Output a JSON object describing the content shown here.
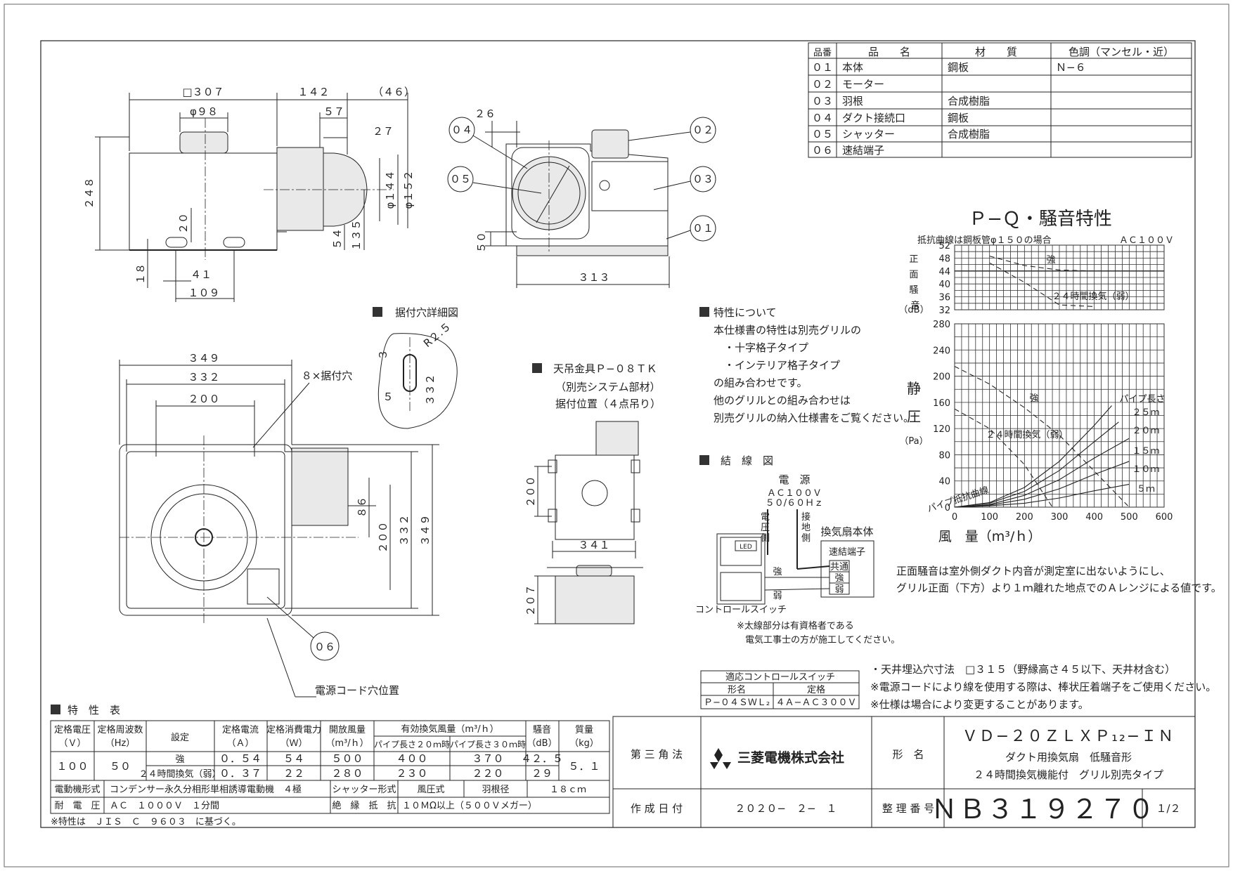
{
  "parts_table": {
    "headers": [
      "品番",
      "品　　名",
      "材　　質",
      "色調（マンセル・近）"
    ],
    "rows": [
      [
        "０１",
        "本体",
        "鋼板",
        "Ｎ−６"
      ],
      [
        "０２",
        "モーター",
        "",
        ""
      ],
      [
        "０３",
        "羽根",
        "合成樹脂",
        ""
      ],
      [
        "０４",
        "ダクト接続口",
        "鋼板",
        ""
      ],
      [
        "０５",
        "シャッター",
        "合成樹脂",
        ""
      ],
      [
        "０６",
        "速結端子",
        "",
        ""
      ]
    ]
  },
  "side_view": {
    "dims": {
      "d307": "□３０７",
      "d142": "１４２",
      "d46": "（４６）",
      "d98": "φ９８",
      "d57": "５７",
      "d27": "２７",
      "d248": "２４８",
      "d144": "φ１４４",
      "d152": "φ１５２",
      "d20": "２０",
      "d135": "１３５",
      "d54": "５４",
      "d18": "１８",
      "d41": "４１",
      "d109": "１０９"
    }
  },
  "front_view": {
    "dims": {
      "d26": "２６",
      "d50": "５０",
      "d313": "３１３"
    },
    "callouts": [
      "０４",
      "０５",
      "０２",
      "０３",
      "０１"
    ]
  },
  "bottom_view": {
    "dims": {
      "d349t": "３４９",
      "d332t": "３３２",
      "d200t": "２００",
      "d86": "８６",
      "d200r": "２００",
      "d332r": "３３２",
      "d349r": "３４９"
    },
    "hole_label": "８×据付穴",
    "callout": "０６",
    "cord_label": "電源コード穴位置"
  },
  "mount_detail": {
    "title": "据付穴詳細図",
    "dims": {
      "r25": "R２.５",
      "d3": "３",
      "d5": "５",
      "d332": "３３２"
    }
  },
  "hanger": {
    "title": "天吊金具Ｐ−０８ＴＫ",
    "sub1": "（別売システム部材）",
    "sub2": "据付位置（４点吊り）",
    "dims": {
      "d200": "２００",
      "d341": "３４１",
      "d207": "２０７"
    }
  },
  "characteristics_note": {
    "title": "特性について",
    "lines": [
      "本仕様書の特性は別売グリルの",
      "・十字格子タイプ",
      "・インテリア格子タイプ",
      "の組み合わせです。",
      "他のグリルとの組み合わせは",
      "別売グリルの納入仕様書をご覧ください。"
    ]
  },
  "wiring": {
    "title": "結　線　図",
    "power": "電　源",
    "ac": "ＡＣ１００Ｖ",
    "hz": "５０/６０Ｈｚ",
    "pressure_side": "電圧側",
    "ground_side": "接地側",
    "unit": "換気扇本体",
    "terminal": "速結端子",
    "common": "共通",
    "strong_t": "強",
    "weak_t": "弱",
    "strong": "強",
    "weak": "弱",
    "led": "LED",
    "switch": "コントロールスイッチ",
    "note1": "※太線部分は有資格者である",
    "note2": "電気工事士の方が施工してください。"
  },
  "control_switch": {
    "title": "適応コントロールスイッチ",
    "col1": "形名",
    "col2": "定格",
    "model": "Ｐ−０４ＳＷＬ₂",
    "rating": "４Ａ−ＡＣ３００Ｖ"
  },
  "notes": [
    "・天井埋込穴寸法　□３１５（野縁高さ４５以下、天井材含む）",
    "※電源コードにより線を使用する際は、棒状圧着端子をご使用ください。",
    "※仕様は場合により変更することがあります。"
  ],
  "pq_chart": {
    "title": "Ｐ−Ｑ・騒音特性",
    "noise_ylabel": [
      "正",
      "面",
      "騒",
      "音"
    ],
    "noise_unit": "（dB）",
    "pressure_ylabel": [
      "静",
      "圧"
    ],
    "pressure_unit": "（Pa）",
    "xlabel": "風　量（m³/ｈ）",
    "resistance_note": "抵抗曲線は鋼板管φ１５０の場合",
    "ac": "ＡＣ１００Ｖ",
    "label_strong_noise": "強",
    "label_weak_noise": "２４時間換気（弱）",
    "label_strong_p": "強",
    "label_weak_p": "２４時間換気（弱）",
    "label_pipe_curve": "パイプ抵抗曲線",
    "label_pipe_len": "パイプ長さ",
    "pipe_lengths": [
      "２５ｍ",
      "２０ｍ",
      "１５ｍ",
      "１０ｍ",
      "５ｍ"
    ],
    "remark1": "正面騒音は室外側ダクト内音が測定室に出ないようにし、",
    "remark2": "グリル正面（下方）より１ｍ離れた地点でのＡレンジによる値です。"
  },
  "chart_data": {
    "type": "line",
    "title": "Ｐ−Ｑ・騒音特性",
    "xlabel": "風　量（m³/ｈ）",
    "x_ticks": [
      "0",
      "100",
      "200",
      "300",
      "400",
      "500",
      "600"
    ],
    "xlim": [
      0,
      600
    ],
    "noise": {
      "ylim": [
        32,
        52
      ],
      "y_ticks": [
        "52",
        "48",
        "44",
        "40",
        "36",
        "32"
      ],
      "series": [
        {
          "name": "強",
          "x": [
            100,
            200,
            300,
            400,
            500
          ],
          "y": [
            48.6,
            45.7,
            44.3,
            44.0,
            44.0
          ]
        },
        {
          "name": "２４時間換気（弱）",
          "x": [
            100,
            200,
            300,
            400
          ],
          "y": [
            46.5,
            40.5,
            33.5,
            33
          ]
        }
      ]
    },
    "pressure": {
      "ylim": [
        0,
        280
      ],
      "y_ticks": [
        "280",
        "240",
        "200",
        "160",
        "120",
        "80",
        "40",
        "0"
      ],
      "series": [
        {
          "name": "強",
          "x": [
            0,
            100,
            200,
            300,
            400,
            500
          ],
          "y": [
            215,
            188,
            152,
            110,
            55,
            0
          ]
        },
        {
          "name": "２４時間換気（弱）",
          "x": [
            0,
            100,
            200,
            280
          ],
          "y": [
            150,
            120,
            65,
            0
          ]
        }
      ],
      "pipe_curves": [
        {
          "name": "２５ｍ",
          "x": [
            0,
            100,
            200,
            300,
            400,
            450
          ],
          "y": [
            0,
            7,
            30,
            70,
            125,
            155
          ]
        },
        {
          "name": "２０ｍ",
          "x": [
            0,
            100,
            200,
            300,
            400,
            470
          ],
          "y": [
            0,
            6,
            24,
            56,
            100,
            130
          ]
        },
        {
          "name": "１５ｍ",
          "x": [
            0,
            100,
            200,
            300,
            400,
            500
          ],
          "y": [
            0,
            4,
            18,
            42,
            75,
            105
          ]
        },
        {
          "name": "１０ｍ",
          "x": [
            0,
            100,
            200,
            300,
            400,
            500
          ],
          "y": [
            0,
            3,
            12,
            28,
            50,
            70
          ]
        },
        {
          "name": "５ｍ",
          "x": [
            0,
            100,
            200,
            300,
            400,
            500
          ],
          "y": [
            0,
            2,
            6,
            14,
            25,
            35
          ]
        }
      ]
    }
  },
  "spec_table": {
    "title": "特　性　表",
    "h_voltage": "定格電圧",
    "h_voltage_u": "（Ｖ）",
    "h_freq": "定格周波数",
    "h_freq_u": "（Hz）",
    "h_setting": "設定",
    "h_current": "定格電流",
    "h_current_u": "（Ａ）",
    "h_power": "定格消費電力",
    "h_power_u": "（Ｗ）",
    "h_open": "開放風量",
    "h_open_u": "（m³/ｈ）",
    "h_eff": "有効換気風量（m³/ｈ）",
    "h_p20": "パイプ長さ２０ｍ時",
    "h_p30": "パイプ長さ３０ｍ時",
    "h_noise": "騒音",
    "h_noise_u": "（dB）",
    "h_mass": "質量",
    "h_mass_u": "（kg）",
    "voltage": "１００",
    "freq": "５０",
    "mass": "５．１",
    "rows": [
      {
        "setting": "強",
        "current": "０．５４",
        "power": "５４",
        "open": "５００",
        "p20": "４００",
        "p30": "３７０",
        "noise": "４２．５"
      },
      {
        "setting": "２４時間換気（弱）",
        "current": "０．３７",
        "power": "２２",
        "open": "２８０",
        "p20": "２３０",
        "p30": "２２０",
        "noise": "２９"
      }
    ],
    "motor_label": "電動機形式",
    "motor": "コンデンサー永久分相形単相誘導電動機　４極",
    "shutter_label": "シャッター形式",
    "shutter": "風圧式",
    "blade_label": "羽根径",
    "blade": "１８ｃｍ",
    "withstand_label": "耐　電　圧",
    "withstand": "ＡＣ　１０００Ｖ　１分間",
    "insulation_label": "絶　縁　抵　抗",
    "insulation": "１０ＭΩ以上（５００Ｖメガー）",
    "footnote": "※特性は　ＪＩＳ　Ｃ　９６０３　に基づく。"
  },
  "title_block": {
    "projection": "第 三 角 法",
    "company": "三菱電機株式会社",
    "model_label": "形　名",
    "model": "ＶＤ−２０ＺＬＸＰ₁₂−ＩＮ",
    "desc1": "ダクト用換気扇　低騒音形",
    "desc2": "２４時間換気機能付　グリル別売タイプ",
    "date_label": "作 成 日 付",
    "date": "２０２０−　２−　１",
    "number_label": "整 理 番 号",
    "number": "ＮＢ３１９２７０",
    "page": "１/２"
  }
}
